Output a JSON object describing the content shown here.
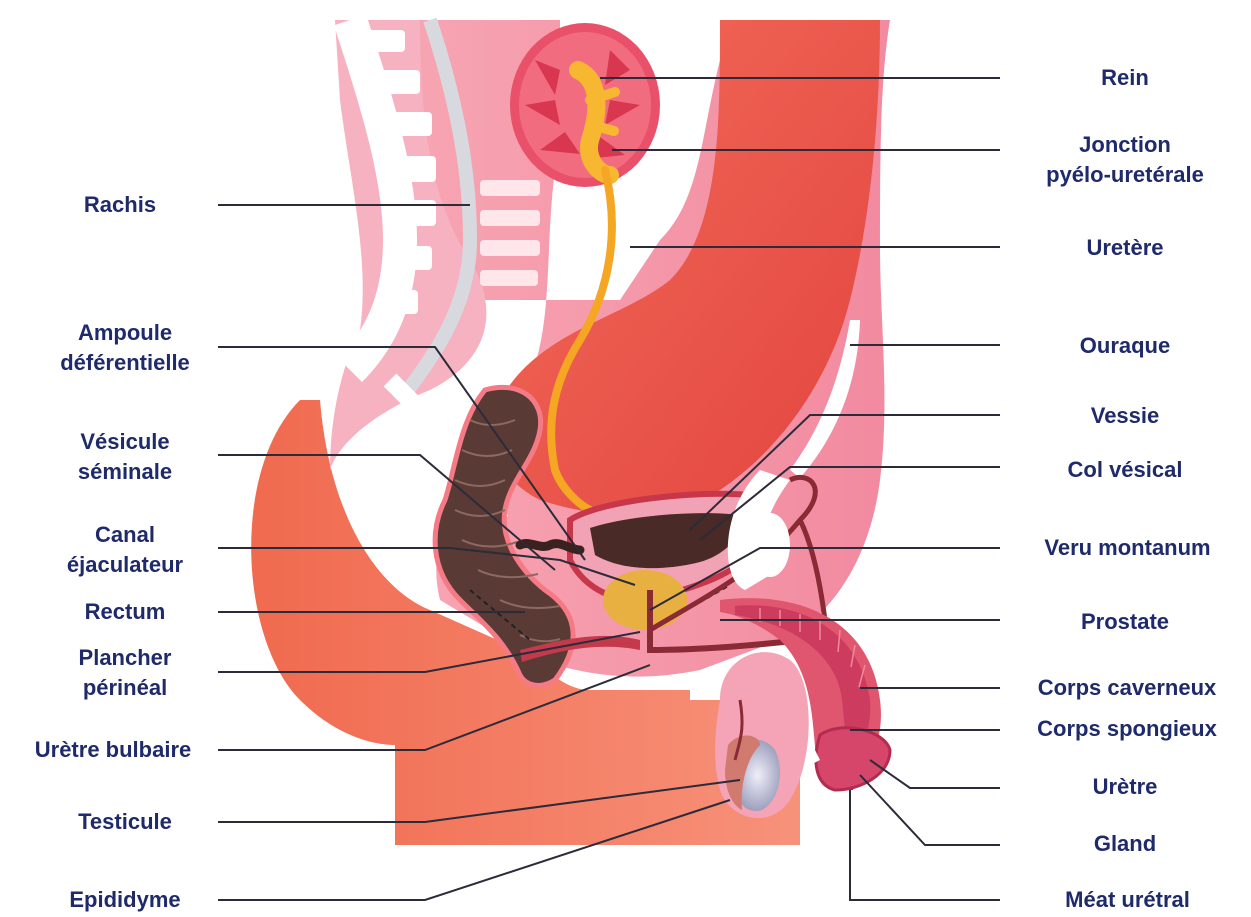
{
  "labels": {
    "left": {
      "rachis": "Rachis",
      "ampoule_1": "Ampoule",
      "ampoule_2": "déférentielle",
      "vesicule_1": "Vésicule",
      "vesicule_2": "séminale",
      "canal_1": "Canal",
      "canal_2": "éjaculateur",
      "rectum": "Rectum",
      "plancher_1": "Plancher",
      "plancher_2": "périnéal",
      "uretre_bulbaire": "Urètre bulbaire",
      "testicule": "Testicule",
      "epididyme": "Epididyme"
    },
    "right": {
      "rein": "Rein",
      "jonction_1": "Jonction",
      "jonction_2": "pyélo-uretérale",
      "uretere": "Uretère",
      "ouraque": "Ouraque",
      "vessie": "Vessie",
      "col_vesical": "Col vésical",
      "veru_montanum": "Veru montanum",
      "prostate": "Prostate",
      "corps_caverneux": "Corps caverneux",
      "corps_spongieux": "Corps spongieux",
      "uretre": "Urètre",
      "gland": "Gland",
      "meat_uretral": "Méat urétral"
    }
  },
  "colors": {
    "label_text": "#1f2a6b",
    "leader_line": "#2b2b3a",
    "skin_red": "#ee6a55",
    "tissue_pink": "#f4a0b0",
    "ureter_orange": "#f5a623",
    "rectum_brown": "#5a3a35",
    "prostate_yellow": "#e8b040",
    "testis_gray": "#c8c8d8"
  }
}
